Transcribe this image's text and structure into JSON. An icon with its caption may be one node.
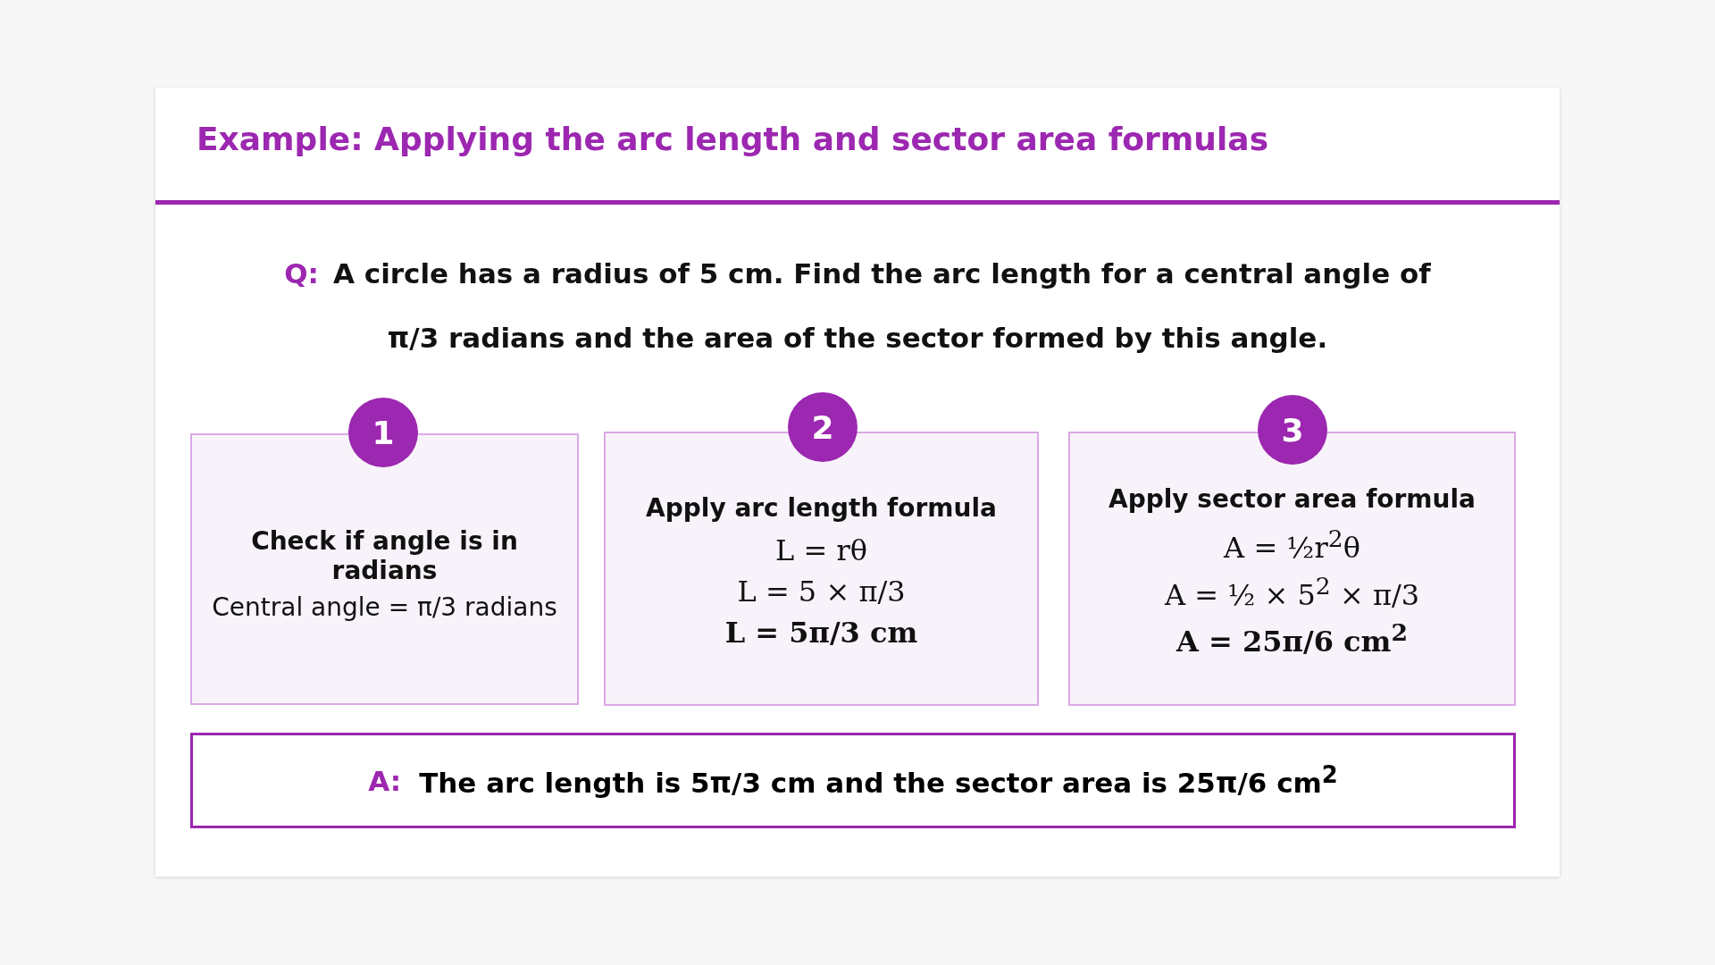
{
  "diagram": {
    "title": "Example: Applying the arc length and sector area formulas",
    "nodes": [
      {
        "text": [
          "1"
        ]
      },
      {
        "text": [
          "Check if angle is in radians",
          "Central angle = π/3 radians"
        ]
      },
      {
        "text": [
          "2"
        ]
      },
      {
        "text": [
          "Apply arc length formula",
          "L = rθ",
          "L = 5 × π/3",
          "L = 5π/3 cm"
        ]
      },
      {
        "text": [
          "3"
        ]
      },
      {
        "text": [
          "Apply sector area formula",
          "A = ½r$^{2}$θ",
          "A = ½ × 5$^{2}$ × π/3",
          "A = 25π/6 cm$^{2}$"
        ]
      },
      {
        "text": [
          "A:",
          "The arc length is 5π/3 cm and the sector area is 25π/6 cm$^{2}$"
        ]
      }
    ],
    "edges": [],
    "labels": [
      "Q:",
      "A circle has a radius of 5 cm. Find the arc length for a central angle of π/3 radians and the area of the sector formed by this angle."
    ]
  }
}
